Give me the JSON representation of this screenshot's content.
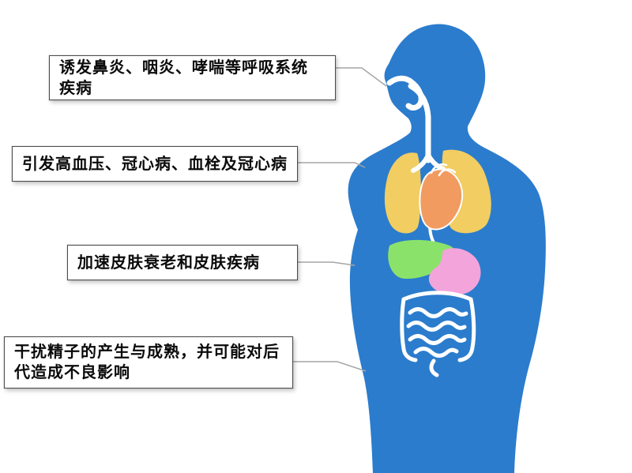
{
  "callouts": [
    {
      "id": "respiratory",
      "text": "诱发鼻炎、咽炎、哮喘等呼吸系统\n疾病"
    },
    {
      "id": "cardio",
      "text": "引发高血压、冠心病、血栓及冠心病"
    },
    {
      "id": "skin",
      "text": "加速皮肤衰老和皮肤疾病"
    },
    {
      "id": "repro",
      "text": "干扰精子的产生与成熟，并可能对后\n代造成不良影响"
    }
  ],
  "colors": {
    "body": "#2b7ccd",
    "lungs": "#f1cd62",
    "heart": "#f19b60",
    "liver": "#8be26b",
    "stomach": "#f3a4da",
    "airway": "#ffffff",
    "connector": "#a6a6a6",
    "box_border": "#4d4d4d",
    "box_background": "#ffffff",
    "page_background": "#ffffff",
    "text": "#0a0a0a"
  }
}
